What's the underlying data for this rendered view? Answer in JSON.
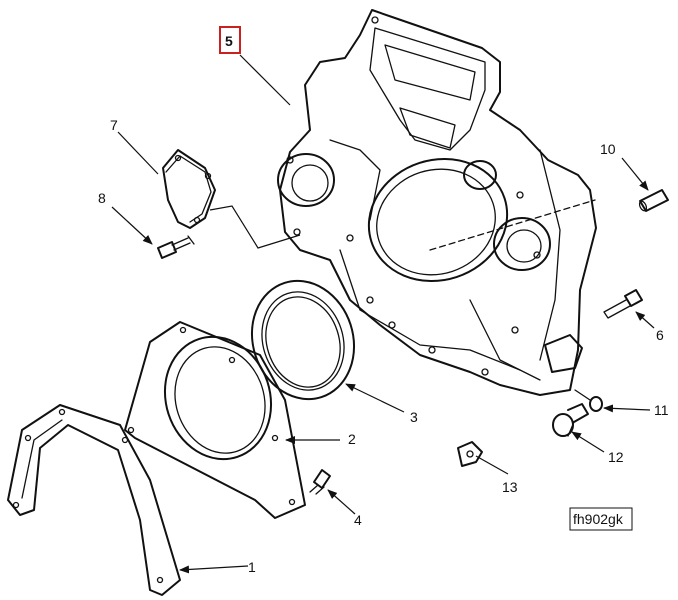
{
  "diagram": {
    "callouts": {
      "c1": "1",
      "c2": "2",
      "c3": "3",
      "c4": "4",
      "c5": "5",
      "c6": "6",
      "c7": "7",
      "c8": "8",
      "c10": "10",
      "c11": "11",
      "c12": "12",
      "c13": "13"
    },
    "highlighted_callout": "5",
    "highlight_color": "#cc1f1f",
    "reference_code": "fh902gk"
  }
}
